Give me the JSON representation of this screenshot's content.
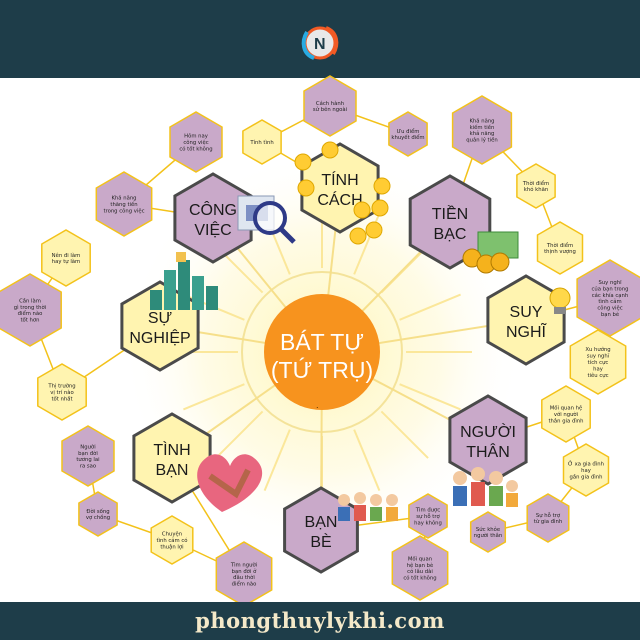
{
  "footer": {
    "site": "phongthuylykhi.com"
  },
  "colors": {
    "header_bg": "#1e3d49",
    "center": "#f7931e",
    "purple": "#c9a9c9",
    "yellow": "#fff4b0",
    "node_border": "#f3c21a",
    "main_border": "#4a4a4a"
  },
  "center": {
    "line1": "BÁT TỰ",
    "line2": "(TỨ TRỤ)"
  },
  "branches": [
    {
      "id": "tinh-cach",
      "line1": "TÍNH",
      "line2": "CÁCH",
      "nodes": [
        "Tính tình",
        "Cách hành|sử bên ngoài",
        "Ưu điểm|khuyết điểm"
      ]
    },
    {
      "id": "tien-bac",
      "line1": "TIỀN",
      "line2": "BẠC",
      "nodes": [
        "Khả năng|kiếm tiền|khả năng|quản lý tiền",
        "Thời điểm|khó khăn",
        "Thời điểm|thịnh vượng"
      ]
    },
    {
      "id": "suy-nghi",
      "line1": "SUY",
      "line2": "NGHĨ",
      "nodes": [
        "Suy nghĩ|của bạn trong|các khía cạnh|tình cảm|công việc|bạn bè",
        "Xu hướng|suy nghĩ|tích cực|hay|tiêu cực"
      ]
    },
    {
      "id": "nguoi-than",
      "line1": "NGƯỜI",
      "line2": "THÂN",
      "nodes": [
        "Mối quan hệ|với người|thân gia đình",
        "Ở xa gia đình|hay|gần gia đình",
        "Sự hỗ trợ|từ gia đình",
        "Sức khỏe|người thân"
      ]
    },
    {
      "id": "ban-be",
      "line1": "BẠN",
      "line2": "BÈ",
      "nodes": [
        "Tìm được|sự hỗ trợ|hay không",
        "Mối quan|hệ bạn bè|có lâu dài|có tốt không"
      ]
    },
    {
      "id": "tinh-ban",
      "line1": "TÌNH",
      "line2": "BẠN",
      "nodes": [
        "Tìm người|bạn đời ở|đâu thời|điểm nào",
        "Chuyện|tình cảm có|thuận lợi",
        "Đời sống|vợ chồng",
        "Người|bạn đời|tương lai|ra sao"
      ]
    },
    {
      "id": "su-nghiep",
      "line1": "SỰ",
      "line2": "NGHIỆP",
      "nodes": [
        "Thị trường|vị trí nào|tốt nhất",
        "Cần làm|gì trong thời|điểm nào|tốt hơn",
        "Nên đi làm|hay tự làm"
      ]
    },
    {
      "id": "cong-viec",
      "line1": "CÔNG",
      "line2": "VIỆC",
      "nodes": [
        "Khả năng|thăng tiến|trong công việc",
        "Hôm nay|công việc|có tốt không"
      ]
    }
  ]
}
